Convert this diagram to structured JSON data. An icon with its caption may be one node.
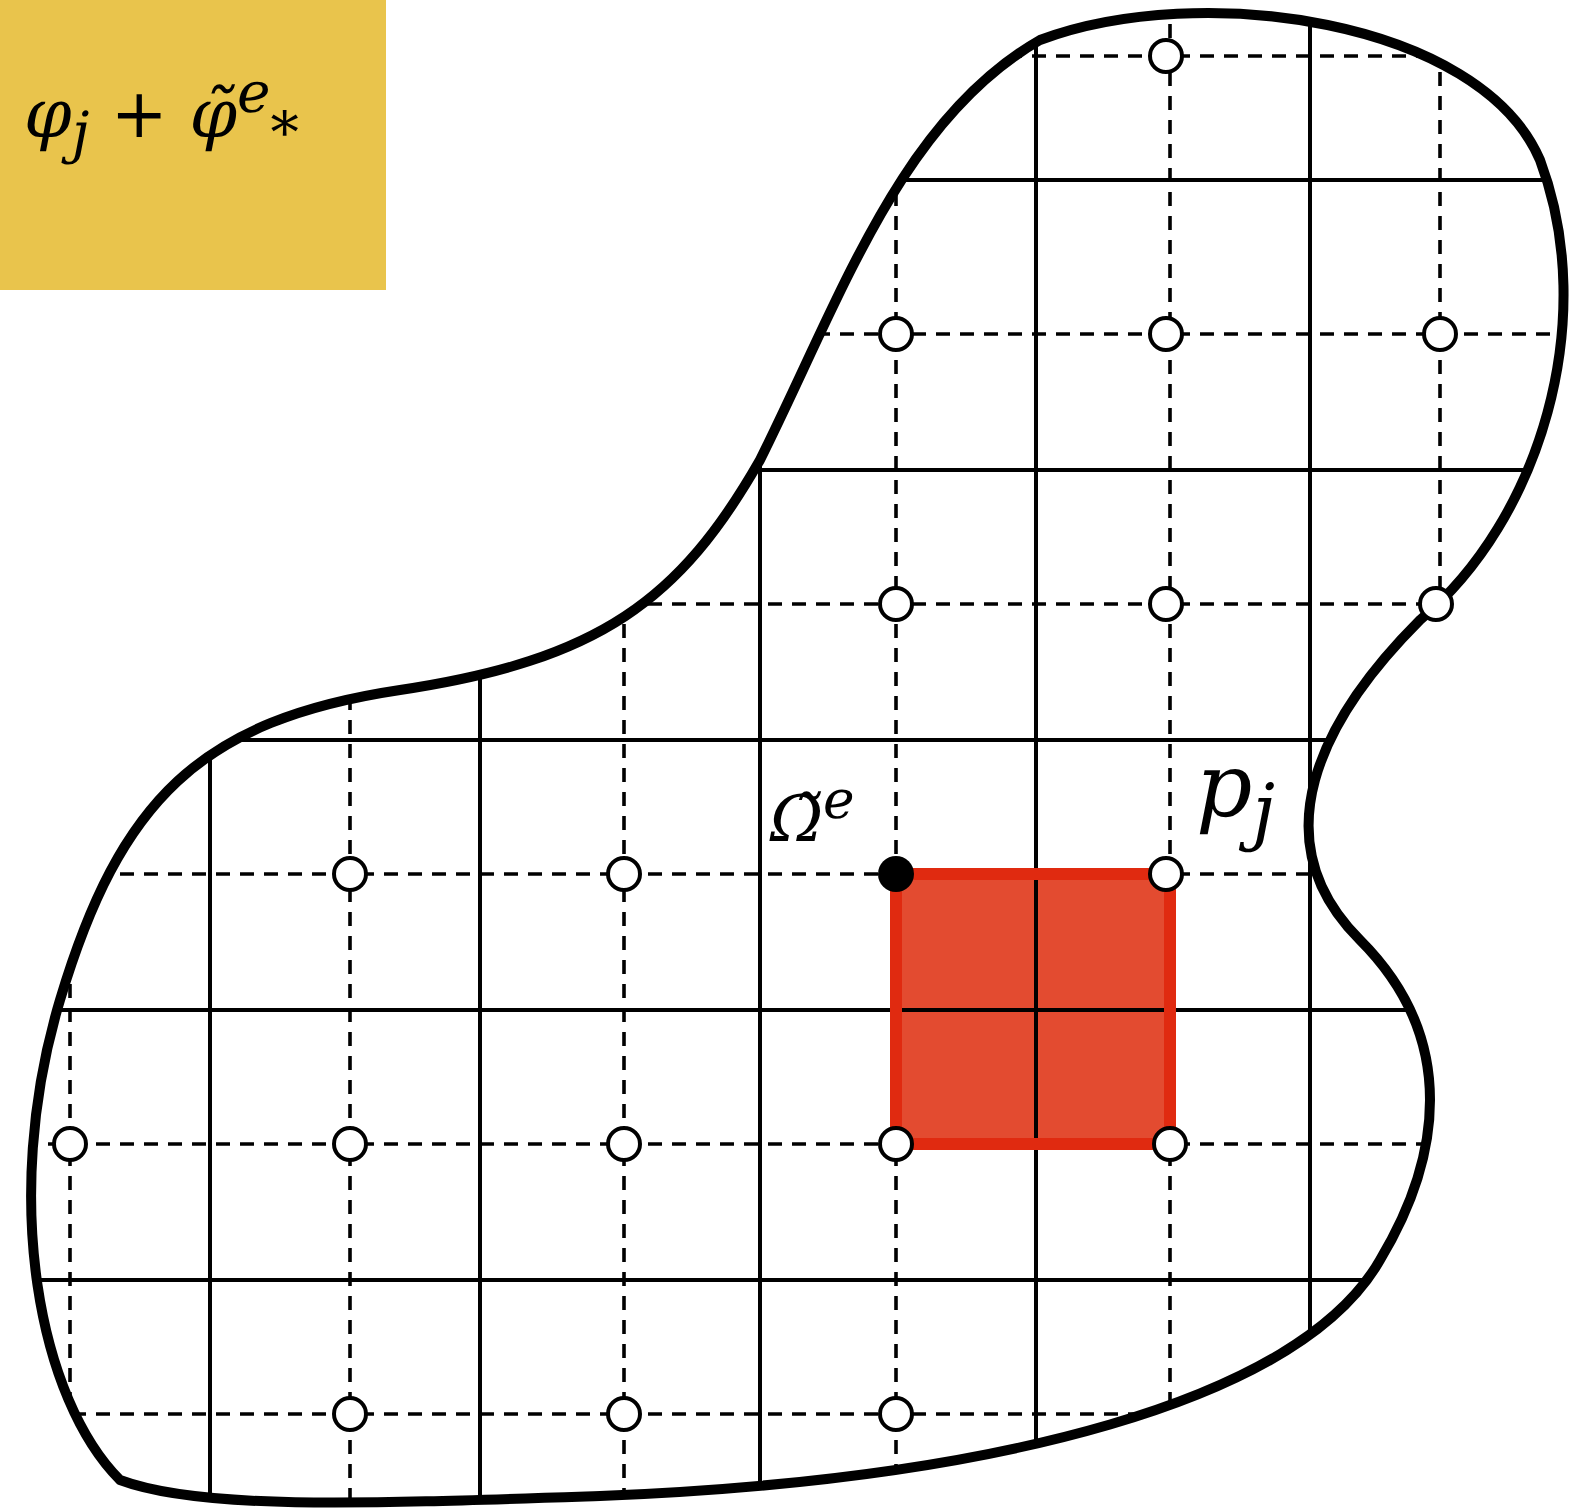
{
  "diagram": {
    "labels": [
      "φ$_{j}$ + φ̃$^{e}$$_{*}$",
      "Ω̃$^{e}$",
      "p$_{j}$"
    ]
  }
}
